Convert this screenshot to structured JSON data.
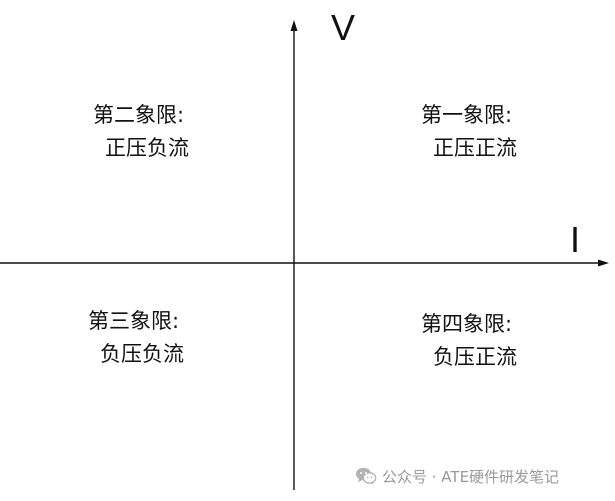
{
  "axes": {
    "vertical_label": "V",
    "horizontal_label": "I"
  },
  "quadrants": [
    {
      "id": "q1",
      "title": "第一象限:",
      "description": "正压正流"
    },
    {
      "id": "q2",
      "title": "第二象限:",
      "description": "正压负流"
    },
    {
      "id": "q3",
      "title": "第三象限:",
      "description": "负压负流"
    },
    {
      "id": "q4",
      "title": "第四象限:",
      "description": "负压正流"
    }
  ],
  "watermark": {
    "icon": "wechat-icon",
    "text": "公众号 · ATE硬件研发笔记"
  },
  "colors": {
    "axis": "#111111",
    "text": "#111111",
    "watermark": "#9a9a9a"
  }
}
